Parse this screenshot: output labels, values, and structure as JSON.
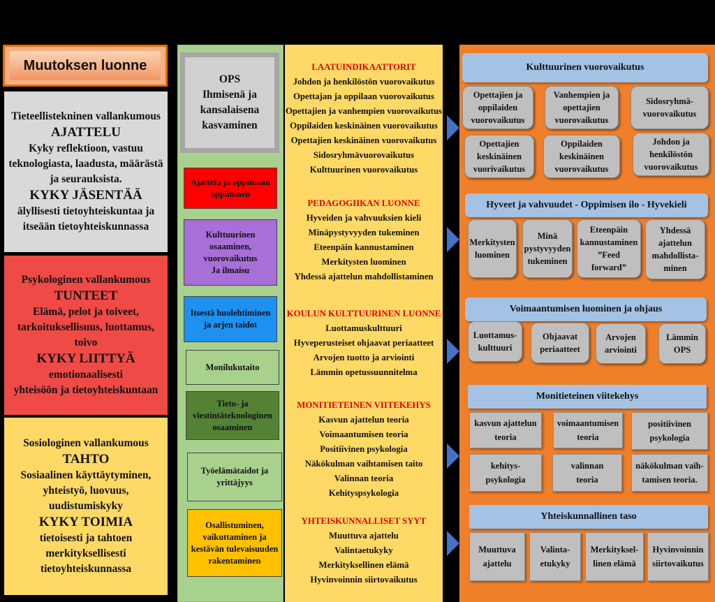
{
  "col1": {
    "title": "Muutoksen luonne",
    "boxes": [
      {
        "lines": [
          "Tieteellistekninen vallankumous",
          "AJATTELU",
          "Kyky reflektioon, vastuu",
          "teknologiasta, laadusta, määrästä",
          "ja seurauksista.",
          "KYKY JÄSENTÄÄ",
          "älyllisesti tietoyhteiskuntaa ja",
          "itseään tietoyhteiskunnassa"
        ],
        "color": "#d9d9d9"
      },
      {
        "lines": [
          "Psykologinen vallankumous",
          "TUNTEET",
          "Elämä, pelot ja toiveet,",
          "tarkoituksellisuus, luottamus,",
          "toivo",
          "KYKY LIITTYÄ",
          "emotionaalisesti",
          "yhteisöön ja tietoyhteiskuntaan"
        ],
        "color": "#f04a46"
      },
      {
        "lines": [
          "Sosiologinen vallankumous",
          "TAHTO",
          "Sosiaalinen käyttäytyminen,",
          "yhteistyö, luovuus,",
          "uudistumiskyky",
          "KYKY TOIMIA",
          "tietoisesti ja tahtoen",
          "merkityksellisesti",
          "tietoyhteiskunnassa"
        ],
        "color": "#ffd966"
      }
    ]
  },
  "col2": {
    "ops": [
      "OPS",
      "Ihmisenä ja",
      "kansalaisena",
      "kasvaminen"
    ],
    "boxes": [
      {
        "lines": [
          "Ajattelu ja oppimaan",
          "oppiminen"
        ],
        "color": "#ff0000"
      },
      {
        "lines": [
          "Kulttuurinen",
          "osaaminen,",
          "vuorovaikutus",
          "Ja ilmaisu"
        ],
        "color": "#a86fd8"
      },
      {
        "lines": [
          "Itsestä huolehtiminen",
          "ja arjen taidot"
        ],
        "color": "#1e90f0"
      },
      {
        "lines": [
          "Monilukutaito"
        ],
        "color": "#a9d18e"
      },
      {
        "lines": [
          "Tieto- ja",
          "viestintäteknologinen",
          "osaaminen"
        ],
        "color": "#548235"
      },
      {
        "lines": [
          "Työelämätaidot ja",
          "yrittäjyys"
        ],
        "color": "#a9d18e"
      },
      {
        "lines": [
          "Osallistuminen,",
          "vaikuttaminen ja",
          "kestävän tulevaisuuden",
          "rakentaminen"
        ],
        "color": "#ffc000"
      }
    ]
  },
  "col3": {
    "sections": [
      {
        "heading": "LAATUINDIKAATTORIT",
        "items": [
          "Johdon ja henkilöstön vuorovaikutus",
          "Opettajan ja oppilaan vuorovaikutus",
          "Opettajien ja vanhempien vuorovaikutus",
          "Oppilaiden keskinäinen vuorovaikutus",
          "Opettajien keskinäinen vuorovaikutus",
          "Sidosryhmävuorovaikutus",
          "Kulttuurinen vuorovaikutus"
        ]
      },
      {
        "heading": "PEDAGOGIIKAN LUONNE",
        "items": [
          "Hyveiden ja vahvuuksien kieli",
          "Minäpystyvyyden tukeminen",
          "Eteenpäin kannustaminen",
          "Merkitysten luominen",
          "Yhdessä ajattelun mahdollistaminen"
        ]
      },
      {
        "heading": "KOULUN KULTTUURINEN LUONNE",
        "items": [
          "Luottamuskulttuuri",
          "Hyveperusteiset ohjaavat periaatteet",
          "Arvojen tuotto ja arviointi",
          "Lämmin opetussuunnitelma"
        ]
      },
      {
        "heading": "MONITIETEINEN VIITEKEHYS",
        "items": [
          "Kasvun ajattelun teoria",
          "Voimaantumisen teoria",
          "Positiivinen psykologia",
          "Näkökulman vaihtamisen taito",
          "Valinnan teoria",
          "Kehityspsykologia"
        ]
      },
      {
        "heading": "YHTEISKUNNALLISET SYYT",
        "items": [
          "Muuttuva ajattelu",
          "Valintaetukyky",
          "Merkityksellinen elämä",
          "Hyvinvoinnin siirtovaikutus"
        ]
      }
    ]
  },
  "col4": {
    "sections": [
      {
        "header": "Kulttuurinen vuorovaikutus",
        "boxes": [
          [
            "Opettajien ja",
            "oppilaiden",
            "vuorovaikutus"
          ],
          [
            "Vanhempien ja",
            "opettajien",
            "vuorovaikutus"
          ],
          [
            "Sidosryhmä-",
            "vuorovaikutus"
          ],
          [
            "Opettajien",
            "keskinäinen",
            "vuorivaikutus"
          ],
          [
            "Oppilaiden",
            "keskinäinen",
            "vuorovaikutus"
          ],
          [
            "Johdon ja",
            "henkilöstön",
            "vuorovaikutus"
          ]
        ]
      },
      {
        "header": "Hyveet ja vahvuudet - Oppimisen ilo  - Hyvekieli",
        "boxes": [
          [
            "Merkitysten",
            "luominen"
          ],
          [
            "Minä",
            "pystyvyyden",
            "tukeminen"
          ],
          [
            "Eteenpäin",
            "kannustaminen",
            "”Feed",
            "forward”"
          ],
          [
            "Yhdessä",
            "ajattelun",
            "mahdollista-",
            "minen"
          ]
        ]
      },
      {
        "header": "Voimaantumisen luominen ja ohjaus",
        "boxes": [
          [
            "Luottamus-",
            "kulttuuri"
          ],
          [
            "Ohjaavat",
            "periaatteet"
          ],
          [
            "Arvojen",
            "arviointi"
          ],
          [
            "Lämmin",
            "OPS"
          ]
        ]
      },
      {
        "header": "Monitieteinen viitekehys",
        "boxes": [
          [
            "kasvun ajattelun",
            "teoria"
          ],
          [
            "voimaantumisen",
            "teoria"
          ],
          [
            "positiivinen",
            "psykologia"
          ],
          [
            "kehitys-",
            "psykologia"
          ],
          [
            "valinnan",
            "teoria"
          ],
          [
            "näkökulman vaih-",
            "tamisen teoria."
          ]
        ]
      },
      {
        "header": "Yhteiskunnallinen taso",
        "boxes": [
          [
            "Muuttuva",
            "ajattelu"
          ],
          [
            "Valinta-",
            "etukyky"
          ],
          [
            "Merkityksel-",
            "linen elämä"
          ],
          [
            "Hyvinvoinnin",
            "siirtovaikutus"
          ]
        ]
      }
    ]
  }
}
